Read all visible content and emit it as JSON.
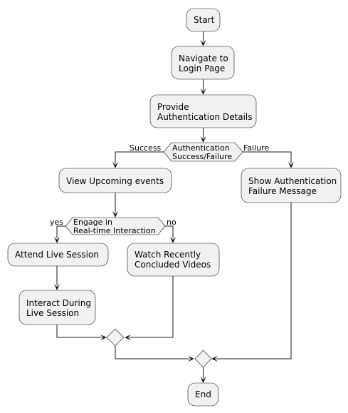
{
  "nodes": {
    "start": "Start",
    "navigate_1": "Navigate to",
    "navigate_2": "Login Page",
    "provide_1": "Provide",
    "provide_2": "Authentication Details",
    "auth_decision_1": "Authentication",
    "auth_decision_2": "Success/Failure",
    "view_events": "View Upcoming events",
    "auth_failure_1": "Show Authentication",
    "auth_failure_2": "Failure Message",
    "engage_decision_1": "Engage in",
    "engage_decision_2": "Real-time Interaction",
    "attend_live": "Attend Live Session",
    "watch_1": "Watch Recently",
    "watch_2": "Concluded Videos",
    "interact_1": "Interact During",
    "interact_2": "Live Session",
    "end": "End"
  },
  "edge_labels": {
    "success": "Success",
    "failure": "Failure",
    "yes": "yes",
    "no": "no"
  }
}
